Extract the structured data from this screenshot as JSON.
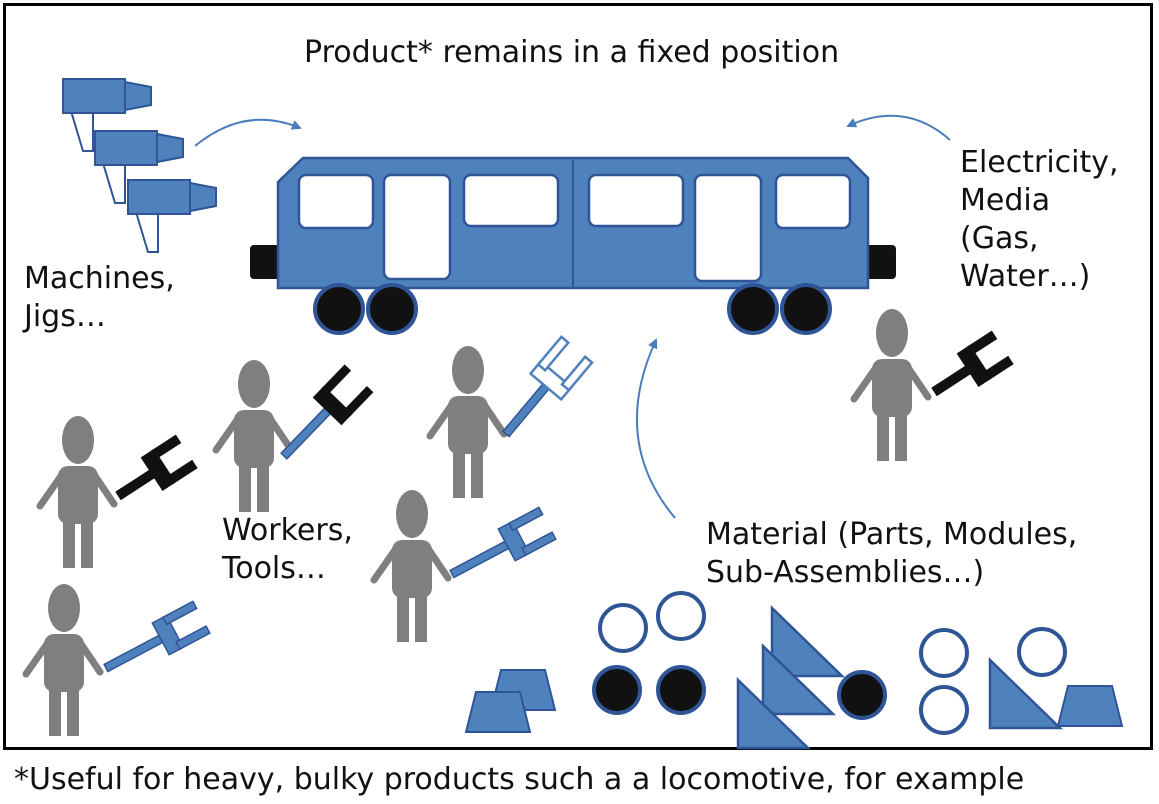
{
  "title": "Product* remains in a fixed position",
  "machines_label": [
    "Machines,",
    "Jigs…"
  ],
  "electricity_label": [
    "Electricity,",
    "Media",
    "(Gas,",
    "Water…)"
  ],
  "workers_label": [
    "Workers,",
    "Tools…"
  ],
  "material_label": [
    "Material (Parts, Modules,",
    "Sub-Assemblies…)"
  ],
  "footnote": "*Useful for heavy, bulky products such a a locomotive, for example",
  "colors": {
    "blue": "#4f81bd",
    "blue_dark": "#2f5597",
    "worker_gray": "#7f7f7f",
    "black": "#111111",
    "arrow_blue": "#4a7ebb"
  }
}
